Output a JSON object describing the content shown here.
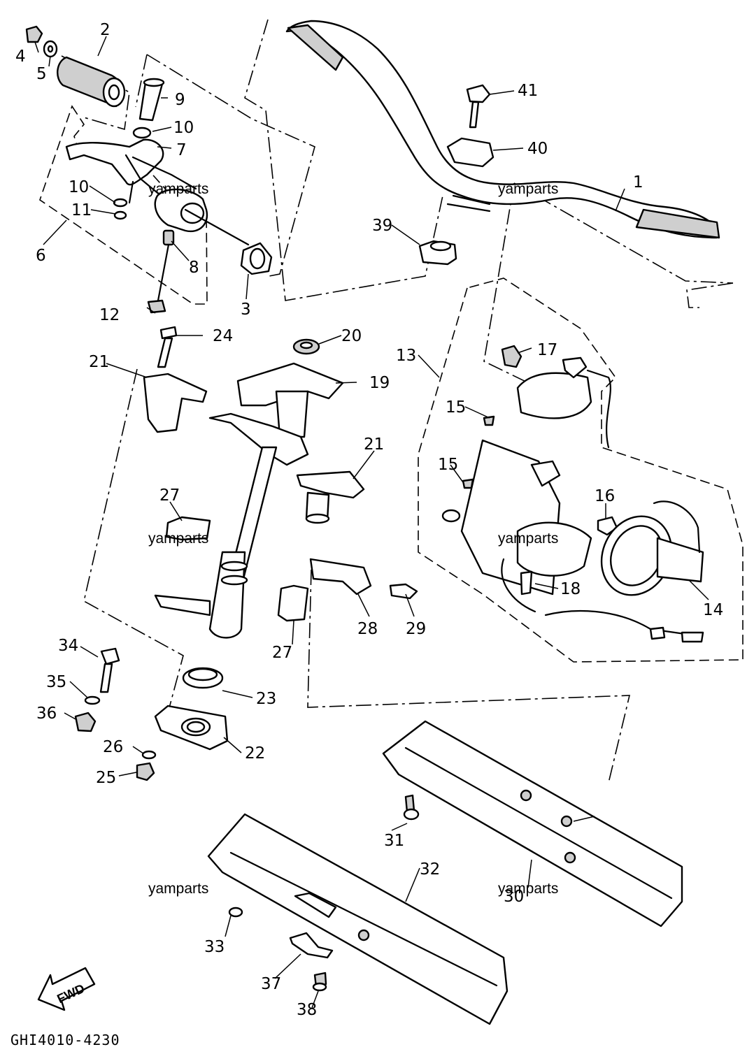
{
  "diagram": {
    "code": "GHI4010-4230",
    "fwd_label": "FWD",
    "watermark": "yamparts",
    "part_labels": [
      "1",
      "2",
      "3",
      "4",
      "5",
      "6",
      "7",
      "8",
      "9",
      "10",
      "10",
      "11",
      "12",
      "13",
      "14",
      "15",
      "15",
      "16",
      "17",
      "18",
      "19",
      "20",
      "21",
      "21",
      "22",
      "23",
      "24",
      "25",
      "26",
      "27",
      "27",
      "28",
      "29",
      "30",
      "31",
      "32",
      "33",
      "34",
      "35",
      "36",
      "37",
      "38",
      "39",
      "40",
      "41"
    ]
  }
}
